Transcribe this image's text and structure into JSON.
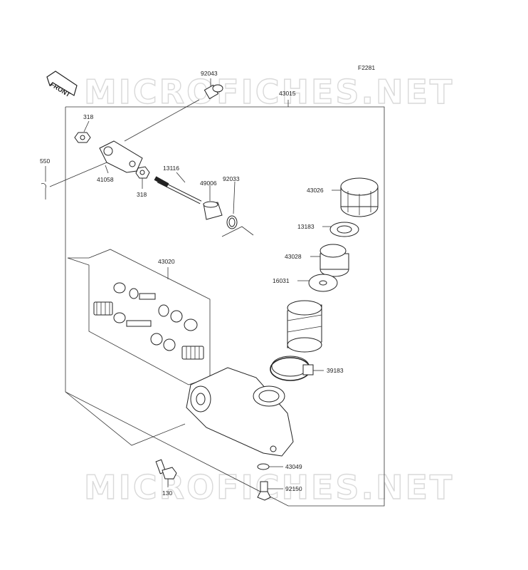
{
  "diagram_code": "F2281",
  "watermark": "MICROFICHES.NET",
  "front_label": "FRONT",
  "labels": {
    "p92043": "92043",
    "p43015": "43015",
    "p318a": "318",
    "p550": "550",
    "p41058": "41058",
    "p318b": "318",
    "p13116": "13116",
    "p49006": "49006",
    "p92033": "92033",
    "p43026": "43026",
    "p13183": "13183",
    "p43028": "43028",
    "p43020": "43020",
    "p16031": "16031",
    "p39183": "39183",
    "p43049": "43049",
    "p130": "130",
    "p92150": "92150"
  }
}
